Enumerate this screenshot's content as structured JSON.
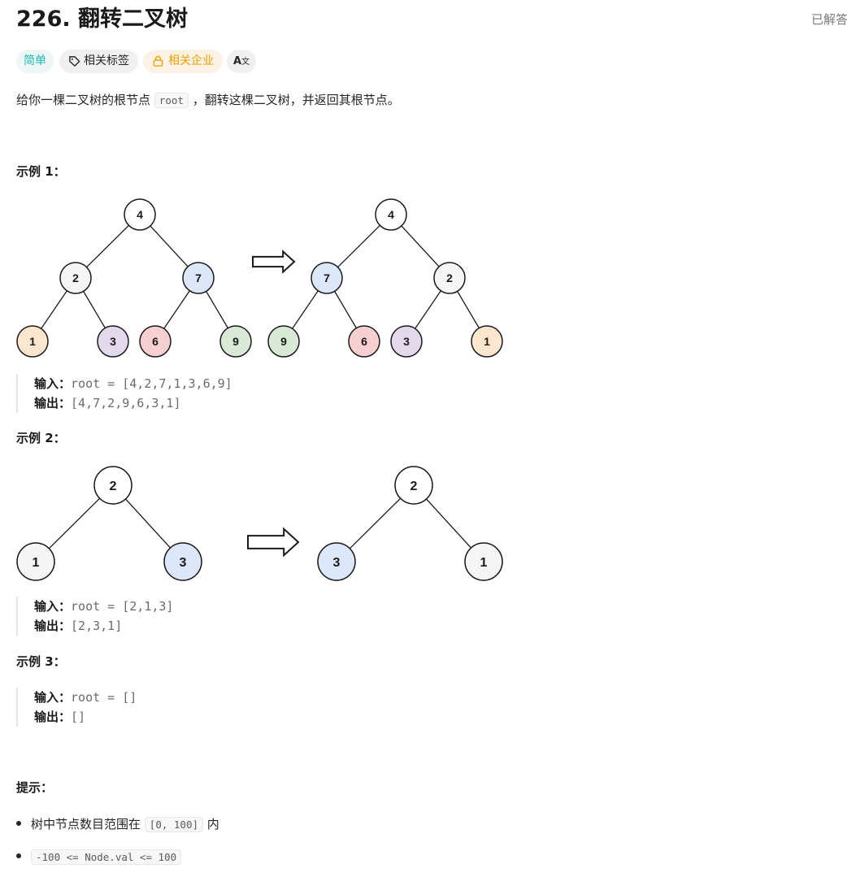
{
  "header": {
    "title": "226. 翻转二叉树",
    "solved_label": "已解答"
  },
  "tags": {
    "difficulty": "简单",
    "topics": "相关标签",
    "companies": "相关企业",
    "translate": "A"
  },
  "description": {
    "before": "给你一棵二叉树的根节点",
    "code": "root",
    "after": "，翻转这棵二叉树，并返回其根节点。"
  },
  "examples": [
    {
      "title": "示例 1：",
      "input_label": "输入：",
      "input": "root = [4,2,7,1,3,6,9]",
      "output_label": "输出：",
      "output": "[4,7,2,9,6,3,1]",
      "tree_before": [
        "4",
        "2",
        "7",
        "1",
        "3",
        "6",
        "9"
      ],
      "tree_after": [
        "4",
        "7",
        "2",
        "9",
        "6",
        "3",
        "1"
      ]
    },
    {
      "title": "示例 2：",
      "input_label": "输入：",
      "input": "root = [2,1,3]",
      "output_label": "输出：",
      "output": "[2,3,1]",
      "tree_before": [
        "2",
        "1",
        "3"
      ],
      "tree_after": [
        "2",
        "3",
        "1"
      ]
    },
    {
      "title": "示例 3：",
      "input_label": "输入：",
      "input": "root = []",
      "output_label": "输出：",
      "output": "[]"
    }
  ],
  "hints": {
    "title": "提示：",
    "items": [
      {
        "before": "树中节点数目范围在",
        "code": "[0, 100]",
        "after": "内"
      },
      {
        "before": "",
        "code": "-100 <= Node.val <= 100",
        "after": ""
      }
    ]
  },
  "colors": {
    "node_gray": "#f5f5f5",
    "node_blue": "#dce8fa",
    "node_orange": "#fde6cf",
    "node_purple": "#e3d9ec",
    "node_red": "#f6d0d0",
    "node_green": "#d8ead6",
    "accent_easy": "#1cb8b8",
    "accent_company": "#f0a000"
  }
}
